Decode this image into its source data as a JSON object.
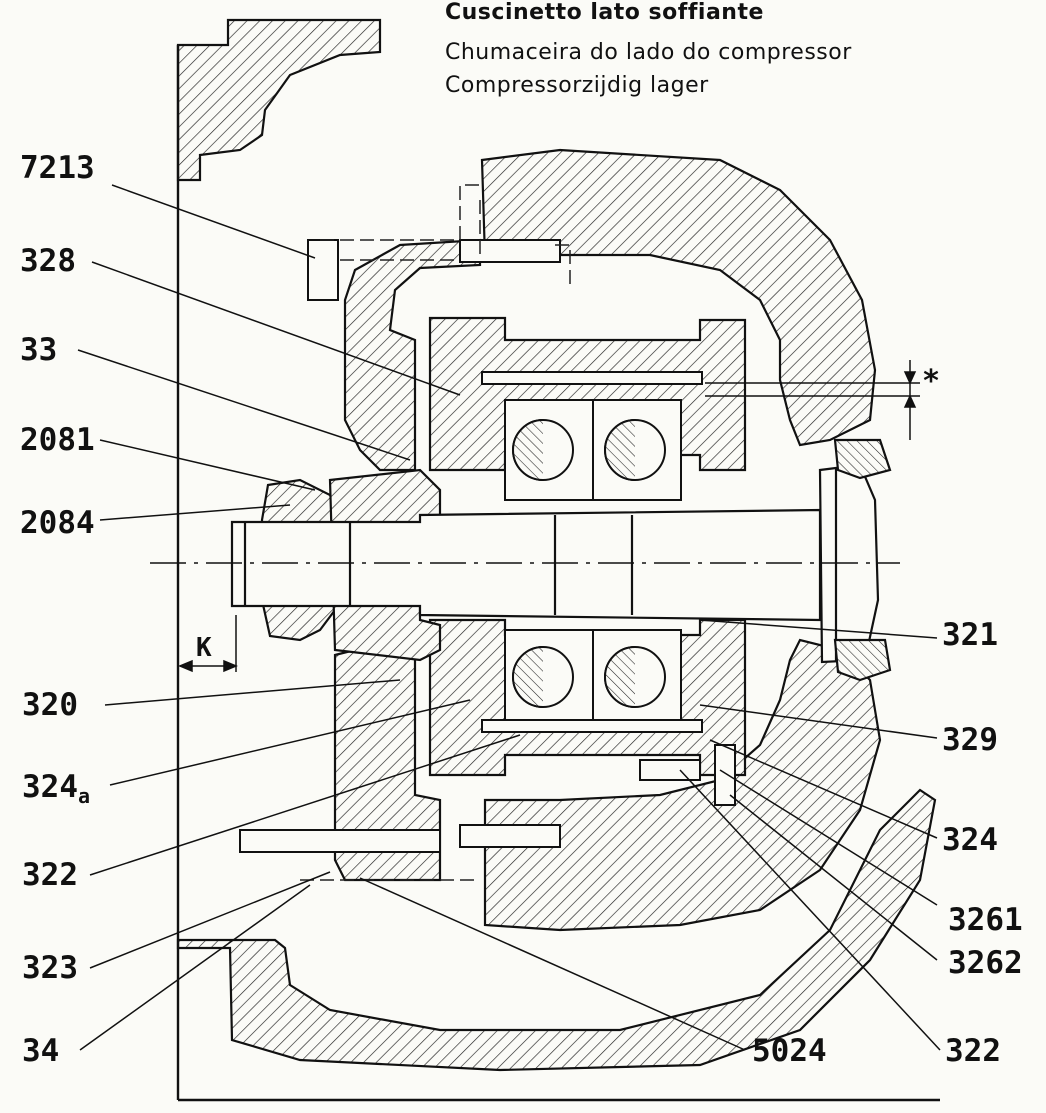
{
  "header": {
    "lines": [
      "Cuscinetto lato soffiante",
      "Chumaceira do lado do compressor",
      "Compressorzijdig lager"
    ]
  },
  "dimensions": {
    "k_label": "K",
    "clearance_label": "*"
  },
  "callouts": [
    {
      "id": "7213",
      "text": "7213"
    },
    {
      "id": "328",
      "text": "328"
    },
    {
      "id": "33",
      "text": "33"
    },
    {
      "id": "2081",
      "text": "2081"
    },
    {
      "id": "2084",
      "text": "2084"
    },
    {
      "id": "320",
      "text": "320"
    },
    {
      "id": "324a",
      "text": "324",
      "sub": "a"
    },
    {
      "id": "322-left",
      "text": "322"
    },
    {
      "id": "323",
      "text": "323"
    },
    {
      "id": "34",
      "text": "34"
    },
    {
      "id": "321",
      "text": "321"
    },
    {
      "id": "329",
      "text": "329"
    },
    {
      "id": "324",
      "text": "324"
    },
    {
      "id": "3261",
      "text": "3261"
    },
    {
      "id": "3262",
      "text": "3262"
    },
    {
      "id": "5024",
      "text": "5024"
    },
    {
      "id": "322-right",
      "text": "322"
    }
  ]
}
